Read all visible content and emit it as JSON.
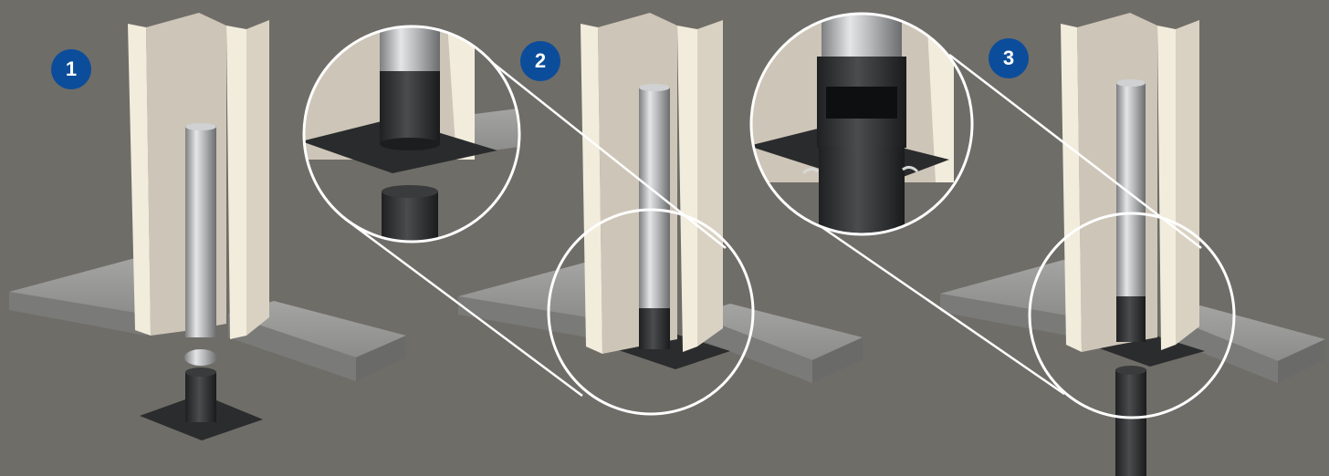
{
  "steps": [
    {
      "number": "1"
    },
    {
      "number": "2"
    },
    {
      "number": "3"
    }
  ],
  "colors": {
    "background": "#6f6d68",
    "badge": "#0b4d9b",
    "badge_text": "#ffffff",
    "slab": "#8e8e8c",
    "wall_front": "#f1ecdc",
    "wall_inner": "#cdc5b7",
    "pipe_steel": "#b9bbbd",
    "pipe_dark": "#2a2b2c",
    "detail_ring": "#ffffff"
  }
}
